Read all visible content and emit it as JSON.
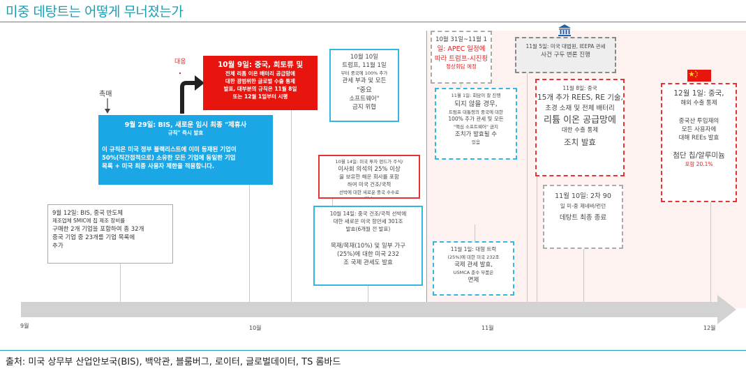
{
  "title": "미중 데탕트는 어떻게 무너졌는가",
  "timeline": {
    "months": [
      "9월",
      "10월",
      "11월",
      "12월"
    ]
  },
  "labels": {
    "trigger": "촉매",
    "response": "대응"
  },
  "boxes": {
    "sep12": [
      "9월 12일: BIS, 중국 반도체",
      "제조업체 SMIC에 칩 제조 장비를",
      "구매한 2개 기업을 포함하여 총 32개",
      "중국 기업 중 23개를 기업 목록에",
      "추가"
    ],
    "sep29_title": [
      "9월 29일: BIS, 새로운 임시 최종 \"제휴사",
      "규칙\" 즉시 발효"
    ],
    "sep29_body": [
      "이 규칙은 미국 정부 블랙리스트에 이미 등재된 기업이",
      "50%(직간접적으로) 소유한 모든 기업에 동일한 기업",
      "목록 + 미국 최종 사용자 제한을 적용합니다."
    ],
    "oct9": [
      "10월 9일: 중국, 희토류 및",
      "전체 리튬 이온 배터리 공급망에",
      "대한 광범위한 글로벌 수출 통제",
      "발표, 대부분의 규칙은 11월 8일",
      "또는 12월 1일부터 시행"
    ],
    "oct10": [
      "10월 10일",
      "트럼프, 11월 1일",
      "부터 중국에 100% 추가",
      "관세 부과 및 모든",
      "\"중요",
      "소프트웨어\"",
      "금지 위협"
    ],
    "oct14a": [
      "10월 14일: 미국 투자 펀드가 주식/",
      "이사회 의석의 25% 이상",
      "을 보유한 해운 회사를 포함",
      "하여 미국 건조/국적",
      "선박에 대한 새로운 중국 수수료",
      "발효"
    ],
    "oct14b": [
      "10월 14일: 중국 건조/국적 선박에",
      "대한 새로운 미국 항만세 301조",
      "발효(6개월 전 발표)",
      "",
      "목재/목재(10%) 및 일부 가구",
      "(25%)에 대한 미국 232",
      "조 국제 관세도 발효"
    ],
    "oct31": [
      "10월 31일~11월 1",
      "일: APEC 일정에",
      "따라 트럼프-시진핑",
      "정상회담 예정"
    ],
    "nov1a": [
      "11월 1일: 회담이 잘 진행",
      "되지 않을 경우,",
      "트럼프 대통령의 중국에 대한",
      "100% 추가 관세 및 모든",
      "\"핵심 소프트웨어\" 금지",
      "조치가 발효될 수",
      "있음"
    ],
    "nov1b": [
      "11월 1일: 대형 트럭",
      "(25%)에 대한 미국 232조",
      "국제 관세 발효,",
      "USMCA 준수 부품은",
      "면제"
    ],
    "nov5": [
      "11월 5일: 미국 대법원, IEEPA 관세",
      "사건 구두 변론 진행"
    ],
    "nov8": [
      "11월 8일: 중국",
      "15개 추가 REES, RE 기술,",
      "초경 소재 및 전체 배터리",
      "리튬 이온 공급망에",
      "대한 수출 통제",
      "조치 발효"
    ],
    "nov10": [
      "11월 10일: 2차 90",
      "일 미-중 제네바/런던",
      "데탕트 최종 종료"
    ],
    "dec1": [
      "12월 1일: 중국,",
      "해외 수출 통제",
      "",
      "중국산 투입재의",
      "모든 사용자에",
      "대해 REEs 발효",
      "",
      "첨단 칩/알루미늄",
      "포함 20.1%"
    ]
  },
  "source": "출처: 미국 상무부 산업안보국(BIS), 백악관, 블룸버그, 로이터, 글로벌데이터, TS 롬바드",
  "colors": {
    "accent": "#1a9fb5",
    "cyan": "#31b8e0",
    "red": "#e53333",
    "title_red": "#e02020"
  },
  "icons": [
    "arrow-down-icon",
    "turn-right-arrow-icon",
    "courthouse-icon",
    "china-flag-icon"
  ]
}
